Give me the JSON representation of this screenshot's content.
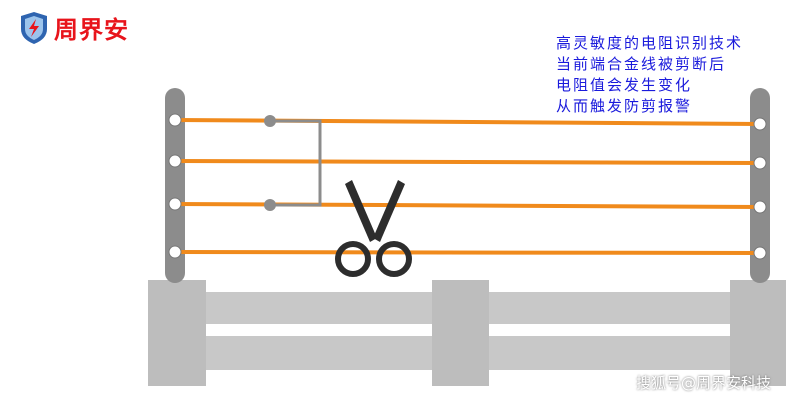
{
  "logo": {
    "text": "周界安"
  },
  "description": [
    "高灵敏度的电阻识别技术",
    "当前端合金线被剪断后",
    "电阻值会发生变化",
    "从而触发防剪报警"
  ],
  "watermark": "搜狐号@周界安科技",
  "colors": {
    "wire": "#f08a1c",
    "post": "#8c8c8c",
    "base": "#c8c8c8",
    "text": "#1a1adc",
    "logo": "#e8141b"
  }
}
